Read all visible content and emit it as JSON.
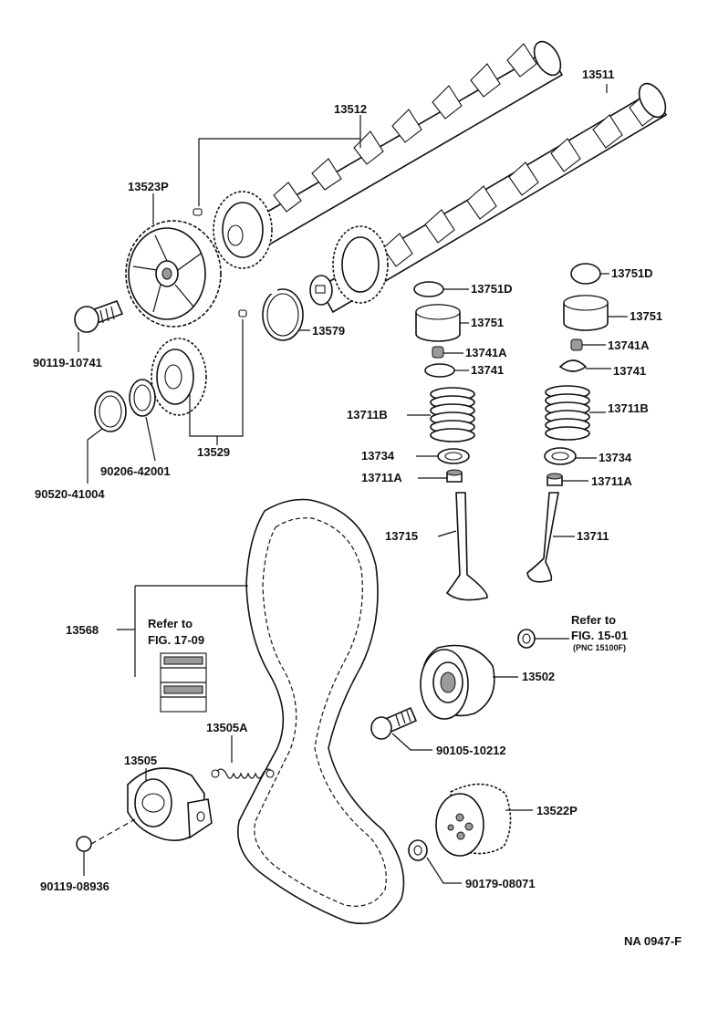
{
  "parts": {
    "p13511": "13511",
    "p13512": "13512",
    "p13523P": "13523P",
    "p90119_10741": "90119-10741",
    "p13579": "13579",
    "p13529": "13529",
    "p90206_42001": "90206-42001",
    "p90520_41004": "90520-41004",
    "p13751D_a": "13751D",
    "p13751D_b": "13751D",
    "p13751_a": "13751",
    "p13751_b": "13751",
    "p13741A_a": "13741A",
    "p13741A_b": "13741A",
    "p13741_a": "13741",
    "p13741_b": "13741",
    "p13711B_a": "13711B",
    "p13711B_b": "13711B",
    "p13734_a": "13734",
    "p13734_b": "13734",
    "p13711A_a": "13711A",
    "p13711A_b": "13711A",
    "p13715": "13715",
    "p13711": "13711",
    "p13568": "13568",
    "p13502": "13502",
    "p90105_10212": "90105-10212",
    "p13505": "13505",
    "p13505A": "13505A",
    "p90119_08936": "90119-08936",
    "p13522P": "13522P",
    "p90179_08071": "90179-08071"
  },
  "refs": {
    "fig17_line1": "Refer to",
    "fig17_line2": "FIG. 17-09",
    "fig15_line1": "Refer to",
    "fig15_line2": "FIG. 15-01",
    "fig15_pnc": "(PNC 15100F)"
  },
  "figure_id": "NA 0947-F"
}
